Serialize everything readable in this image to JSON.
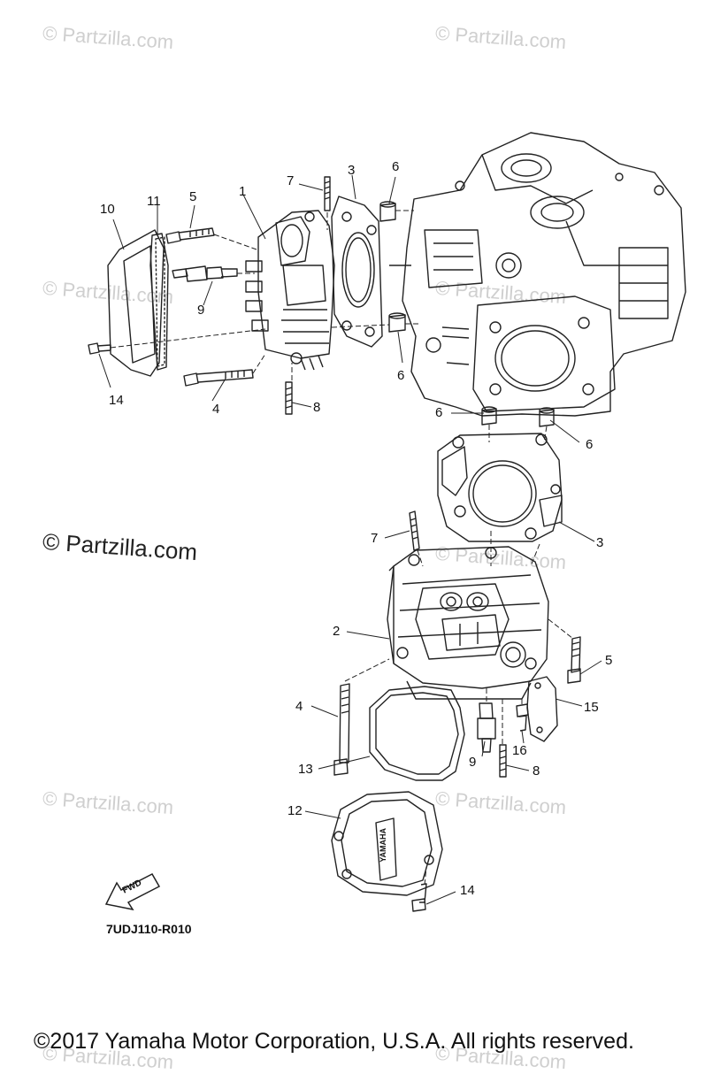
{
  "watermark": "© Partzilla.com",
  "diagram_code": "7UDJ110-R010",
  "copyright": "©2017  Yamaha Motor Corporation, U.S.A. All rights reserved.",
  "fwd_label": "FWD",
  "cover_brand": "YAMAHA",
  "callouts": {
    "c1": "1",
    "c2": "2",
    "c3a": "3",
    "c3b": "3",
    "c4a": "4",
    "c4b": "4",
    "c5a": "5",
    "c5b": "5",
    "c6a": "6",
    "c6b": "6",
    "c6c": "6",
    "c6d": "6",
    "c7a": "7",
    "c7b": "7",
    "c8a": "8",
    "c8b": "8",
    "c9a": "9",
    "c9b": "9",
    "c10": "10",
    "c11": "11",
    "c12": "12",
    "c13": "13",
    "c14a": "14",
    "c14b": "14",
    "c15": "15",
    "c16": "16"
  }
}
